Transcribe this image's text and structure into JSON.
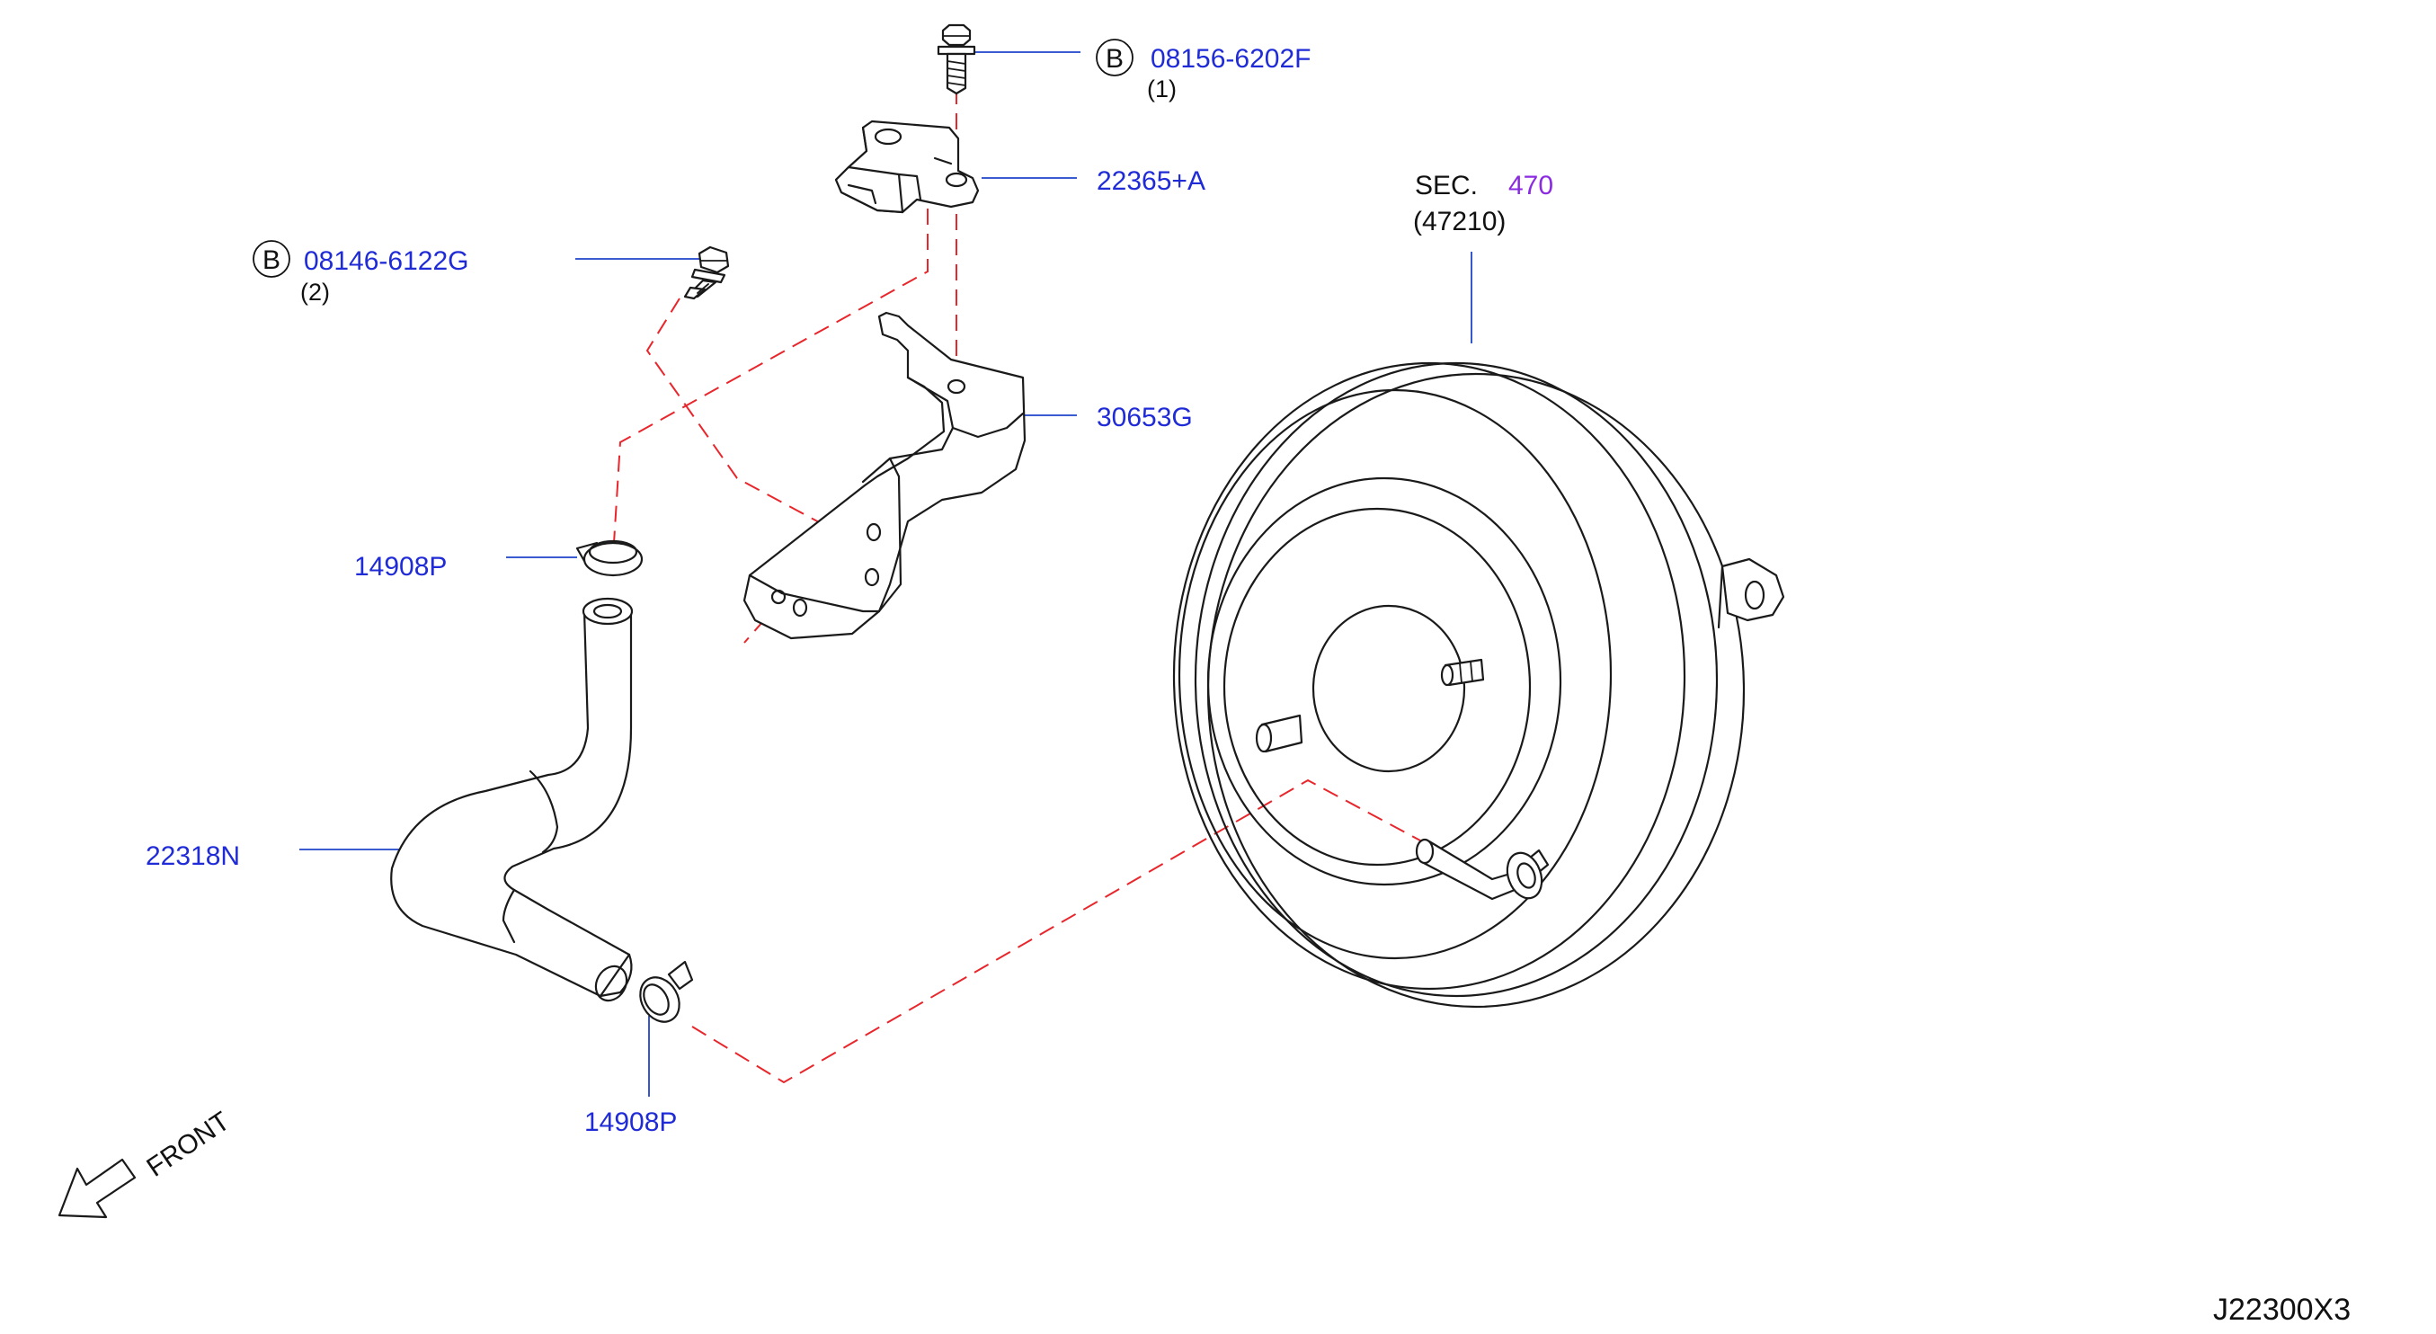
{
  "labels": {
    "bolt_top_badge": "B",
    "bolt_top_part": "08156-6202F",
    "bolt_top_qty": "(1)",
    "sensor_part": "22365+A",
    "bolt_left_badge": "B",
    "bolt_left_part": "08146-6122G",
    "bolt_left_qty": "(2)",
    "bracket_part": "30653G",
    "clamp_upper_part": "14908P",
    "hose_part": "22318N",
    "clamp_lower_part": "14908P",
    "section_prefix": "SEC.",
    "section_number": "470",
    "section_sub": "(47210)",
    "front_label": "FRONT",
    "drawing_code": "J22300X3"
  },
  "colors": {
    "part_number": "#1f2bd6",
    "section_number": "#8a2be2",
    "text": "#111111",
    "leader": "#1f45c9",
    "dashed_guide": "#e8262b",
    "line": "#1a1a1a"
  },
  "icons": {
    "front_arrow": "front-arrow-icon",
    "badge": "circle-b-badge"
  }
}
